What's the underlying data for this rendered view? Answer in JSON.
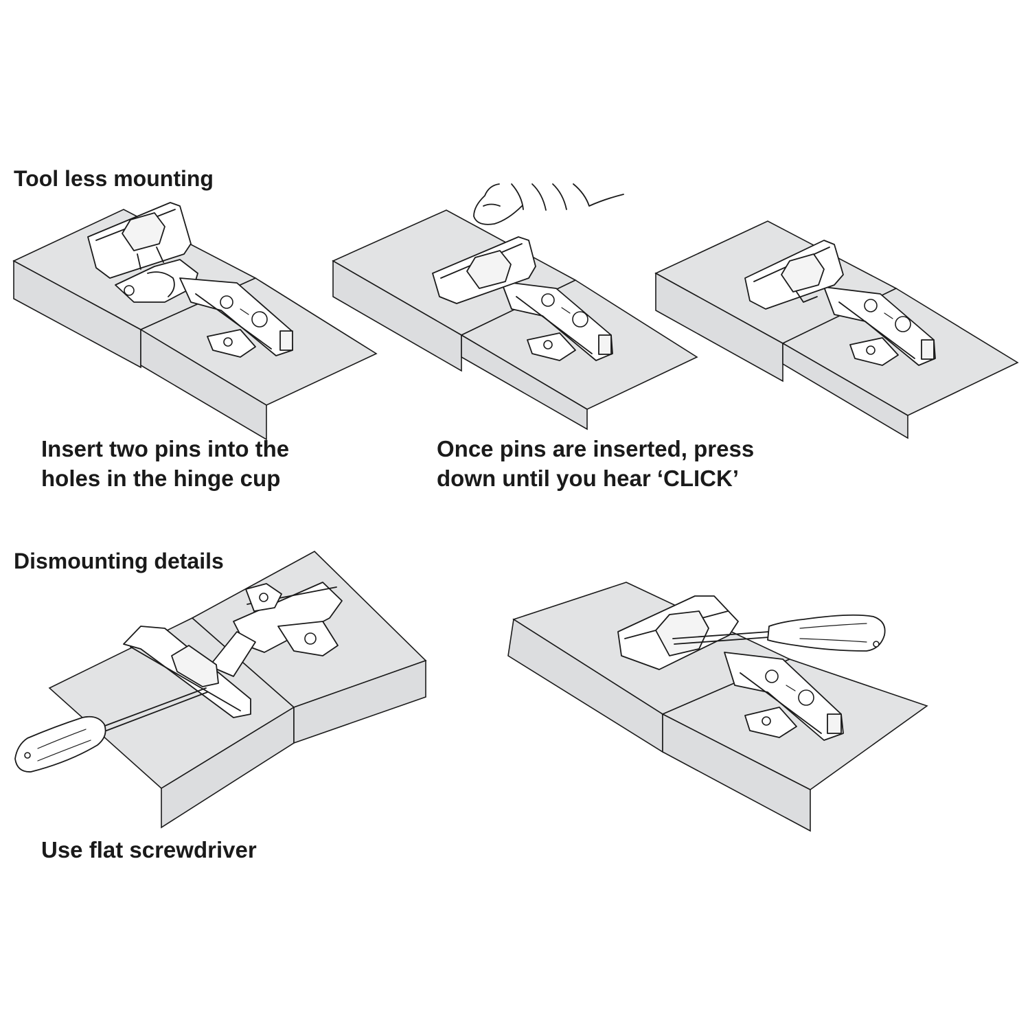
{
  "headings": {
    "mounting": "Tool less mounting",
    "dismounting": "Dismounting details"
  },
  "captions": {
    "insert_line1": "Insert two pins into the",
    "insert_line2": "holes in the hinge cup",
    "press_line1": "Once pins are inserted, press",
    "press_line2": "down until you hear ‘CLICK’",
    "screwdriver": "Use flat screwdriver"
  },
  "colors": {
    "board": "#e2e3e4",
    "ink": "#1a1a1a",
    "background": "#ffffff"
  },
  "icons": [
    "hinge",
    "mounting-plate",
    "finger",
    "flat-screwdriver"
  ]
}
